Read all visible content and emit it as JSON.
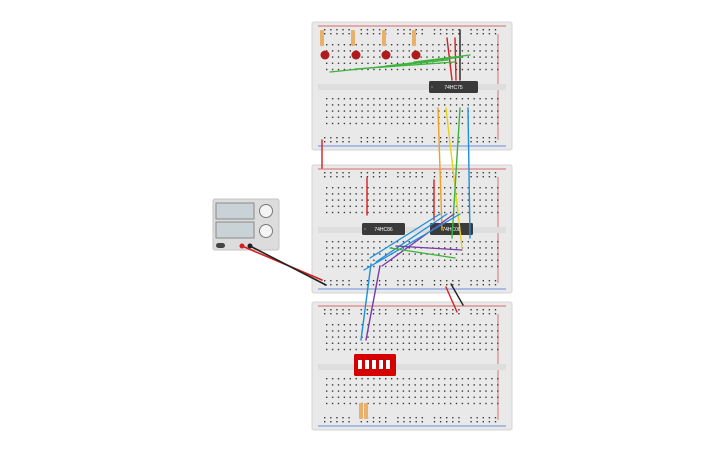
{
  "chips": {
    "top": "74HC75",
    "middle_left": "74HC86",
    "middle_right": "74HC08"
  },
  "colors": {
    "breadboard": "#e9e9e9",
    "breadboard_edge": "#d4d4d4",
    "hole": "#3a3a3a",
    "rail_red": "#d93a3a",
    "rail_blue": "#3a6fd9",
    "chip": "#3a3a3a",
    "dip_switch": "#d40000",
    "led": "#b01a1a",
    "resistor": "#e8b06a",
    "psu_body": "#dcdcdc",
    "psu_screen": "#c9d2d6",
    "wire_red": "#d42020",
    "wire_black": "#222222",
    "wire_green": "#3cb43c",
    "wire_orange": "#f0a020",
    "wire_yellow": "#e6d21e",
    "wire_blue": "#1f8fd8",
    "wire_purple": "#7a3aa8"
  },
  "icons": {
    "psu_knob": "knob-icon",
    "led": "led-icon",
    "switch": "dip-switch-icon"
  }
}
